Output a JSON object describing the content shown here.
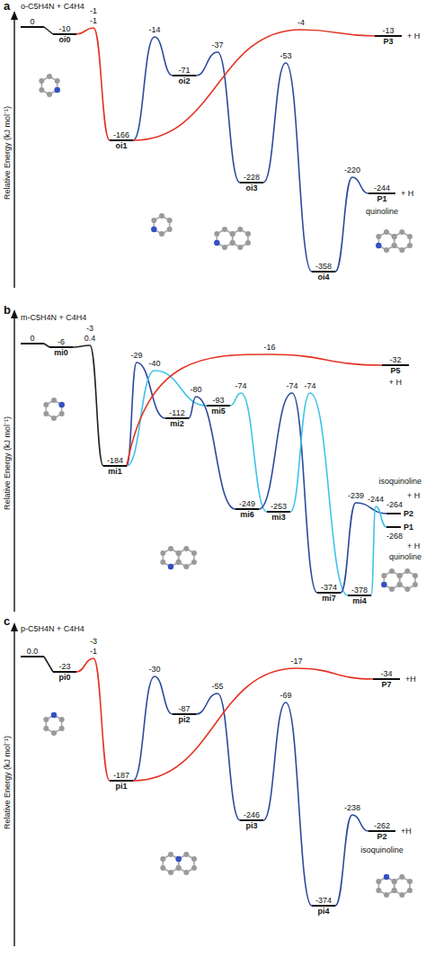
{
  "diagram": {
    "nodes": [
      {
        "text": [
          "0"
        ]
      },
      {
        "text": [
          "-10",
          "oi0"
        ]
      },
      {
        "text": [
          "-166",
          "oi1"
        ]
      },
      {
        "text": [
          "-71",
          "oi2"
        ]
      },
      {
        "text": [
          "-228",
          "oi3"
        ]
      },
      {
        "text": [
          "-358",
          "oi4"
        ]
      },
      {
        "text": [
          "-244",
          "P1"
        ]
      },
      {
        "text": [
          "-13",
          "P3"
        ]
      },
      {
        "text": [
          "0"
        ]
      },
      {
        "text": [
          "-6",
          "mi0"
        ]
      },
      {
        "text": [
          "-184",
          "mi1"
        ]
      },
      {
        "text": [
          "-112",
          "mi2"
        ]
      },
      {
        "text": [
          "-93",
          "mi5"
        ]
      },
      {
        "text": [
          "-249",
          "mi6"
        ]
      },
      {
        "text": [
          "-253",
          "mi3"
        ]
      },
      {
        "text": [
          "-374",
          "mi7"
        ]
      },
      {
        "text": [
          "-378",
          "mi4"
        ]
      },
      {
        "text": [
          "-264",
          "P2"
        ]
      },
      {
        "text": [
          "-268",
          "P1"
        ]
      },
      {
        "text": [
          "-32",
          "P5"
        ]
      },
      {
        "text": [
          "0.0"
        ]
      },
      {
        "text": [
          "-23",
          "pi0"
        ]
      },
      {
        "text": [
          "-187",
          "pi1"
        ]
      },
      {
        "text": [
          "-87",
          "pi2"
        ]
      },
      {
        "text": [
          "-246",
          "pi3"
        ]
      },
      {
        "text": [
          "-374",
          "pi4"
        ]
      },
      {
        "text": [
          "-262",
          "P2"
        ]
      },
      {
        "text": [
          "-34",
          "P7"
        ]
      }
    ],
    "edges": [
      {
        "from": 0,
        "to": 1,
        "arrow": "none"
      },
      {
        "from": 1,
        "to": 2,
        "label": "-1",
        "arrow": "none"
      },
      {
        "from": 2,
        "to": 3,
        "label": "-14",
        "arrow": "none"
      },
      {
        "from": 3,
        "to": 4,
        "label": "-37",
        "arrow": "none"
      },
      {
        "from": 4,
        "to": 5,
        "label": "-53",
        "arrow": "none"
      },
      {
        "from": 5,
        "to": 6,
        "label": "-220",
        "arrow": "none"
      },
      {
        "from": 2,
        "to": 7,
        "label": "-4",
        "arrow": "none"
      },
      {
        "from": 8,
        "to": 9,
        "arrow": "none"
      },
      {
        "from": 9,
        "to": 10,
        "label": "0.4",
        "arrow": "none"
      },
      {
        "from": 10,
        "to": 11,
        "label": "-29",
        "arrow": "none"
      },
      {
        "from": 10,
        "to": 12,
        "label": "-40",
        "arrow": "none"
      },
      {
        "from": 11,
        "to": 13,
        "label": "-80",
        "arrow": "none"
      },
      {
        "from": 12,
        "to": 14,
        "label": "-74",
        "arrow": "none"
      },
      {
        "from": 13,
        "to": 15,
        "label": "-74",
        "arrow": "none"
      },
      {
        "from": 14,
        "to": 16,
        "label": "-74",
        "arrow": "none"
      },
      {
        "from": 15,
        "to": 17,
        "label": "-239",
        "arrow": "none"
      },
      {
        "from": 16,
        "to": 18,
        "label": "-244",
        "arrow": "none"
      },
      {
        "from": 10,
        "to": 19,
        "label": "-16",
        "arrow": "none"
      },
      {
        "from": 20,
        "to": 21,
        "arrow": "none"
      },
      {
        "from": 21,
        "to": 22,
        "label": "-1",
        "arrow": "none"
      },
      {
        "from": 22,
        "to": 23,
        "label": "-30",
        "arrow": "none"
      },
      {
        "from": 23,
        "to": 24,
        "label": "-55",
        "arrow": "none"
      },
      {
        "from": 24,
        "to": 25,
        "label": "-69",
        "arrow": "none"
      },
      {
        "from": 25,
        "to": 26,
        "label": "-238",
        "arrow": "none"
      },
      {
        "from": 22,
        "to": 27,
        "label": "-17",
        "arrow": "none"
      }
    ],
    "labels": [
      "a",
      "Relative Energy (kJ mol⁻¹)",
      "o-C5H4N + C4H4",
      "-1",
      "+ H",
      "+ H",
      "quinoline",
      "b",
      "Relative Energy (kJ mol⁻¹)",
      "m-C5H4N + C4H4",
      "-3",
      "+ H",
      "isoquinoline",
      "+ H",
      "+ H",
      "quinoline",
      "c",
      "Relative Energy (kJ mol⁻¹)",
      "p-C5H4N + C4H4",
      "-3",
      "+H",
      "+H",
      "isoquinoline"
    ]
  }
}
